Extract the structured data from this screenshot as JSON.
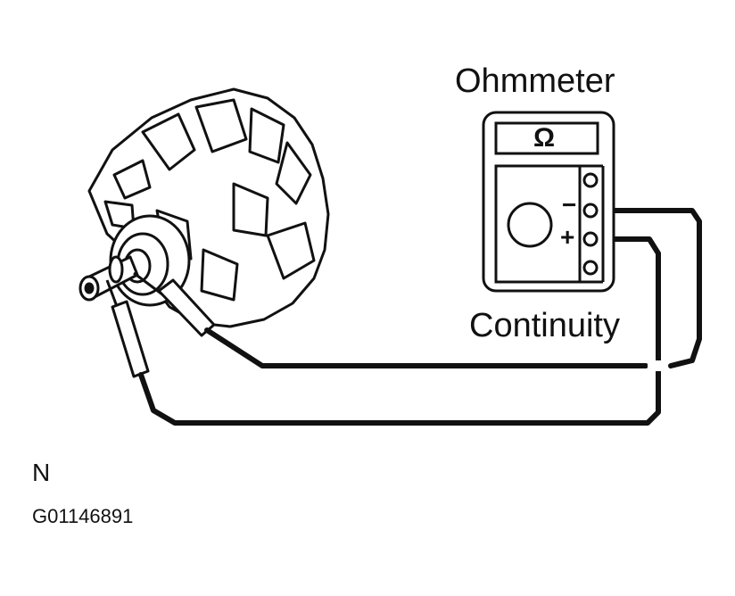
{
  "labels": {
    "meter_name": "Ohmmeter",
    "mode": "Continuity",
    "orientation_mark": "N",
    "figure_code": "G01146891",
    "display_symbol": "Ω",
    "terminal_negative": "−",
    "terminal_positive": "+"
  },
  "icons": {
    "rotor": "alternator-rotor-icon",
    "meter": "ohmmeter-icon",
    "probe": "test-probe-icon"
  },
  "colors": {
    "line": "#111111",
    "background": "#ffffff"
  }
}
